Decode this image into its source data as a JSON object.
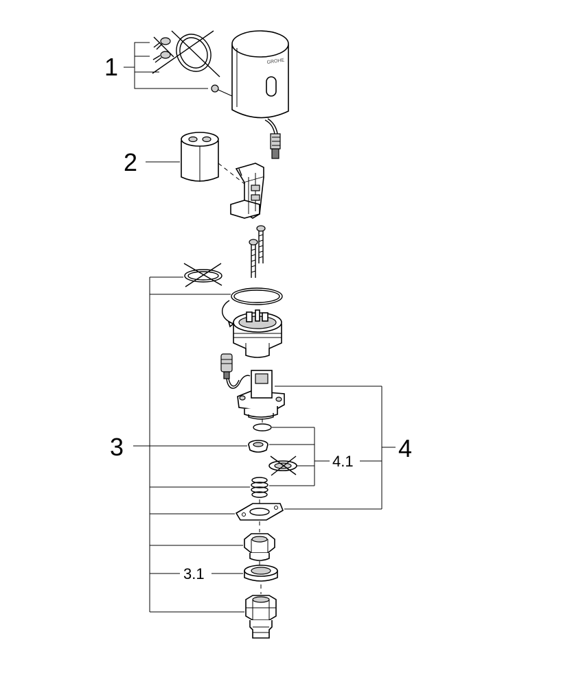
{
  "labels": {
    "l1": "1",
    "l2": "2",
    "l3": "3",
    "l4": "4",
    "l3_1": "3.1",
    "l4_1": "4.1"
  },
  "brand_mark": "GROHE"
}
